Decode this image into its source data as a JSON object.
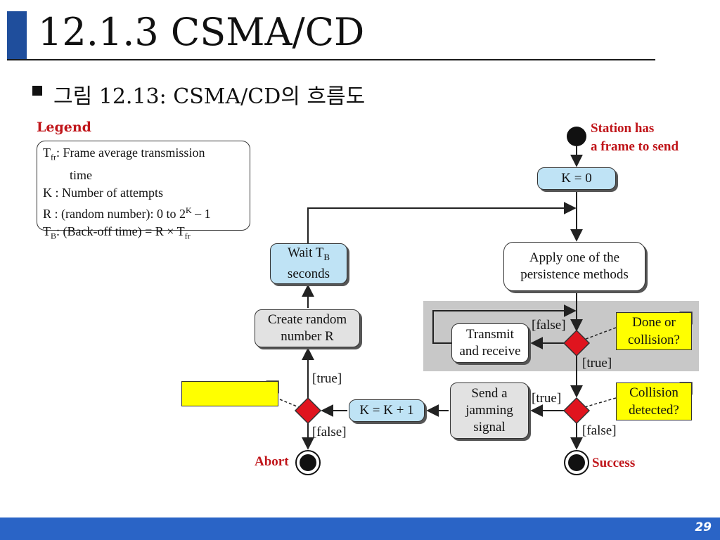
{
  "slide": {
    "title": "12.1.3 CSMA/CD",
    "subtitle": "그림 12.13: CSMA/CD의 흐름도",
    "page_number": "29"
  },
  "legend": {
    "title": "Legend",
    "line1_sym": "T",
    "line1_sub": "fr",
    "line1_text": ": Frame average transmission",
    "line1b_text": "time",
    "line2_text": "K  : Number of attempts",
    "line3_text": "R  : (random number): 0 to 2",
    "line3_sup": "K",
    "line3_tail": " – 1",
    "line4_sym": "T",
    "line4_sub": "B",
    "line4_text": ": (Back-off time) = R × T",
    "line4_sub2": "fr"
  },
  "flow": {
    "start_label_1": "Station has",
    "start_label_2": "a frame to send",
    "k_zero": "K = 0",
    "apply_1": "Apply one of the",
    "apply_2": "persistence methods",
    "transmit_1": "Transmit",
    "transmit_2": "and receive",
    "done_1": "Done or",
    "done_2": "collision?",
    "collision_1": "Collision",
    "collision_2": "detected?",
    "jam_1": "Send a",
    "jam_2": "jamming",
    "jam_3": "signal",
    "k_inc": "K = K + 1",
    "random_1": "Create random",
    "random_2": "number R",
    "wait_1": "Wait T",
    "wait_sub": "B",
    "wait_2": "seconds",
    "false_top": "[false]",
    "true_top": "[true]",
    "true_mid": "[true]",
    "false_mid": "[false]",
    "true_left": "[true]",
    "false_left": "[false]",
    "abort": "Abort",
    "success": "Success"
  },
  "colors": {
    "accent_blue": "#1f4e9c",
    "node_blue": "#bfe3f5",
    "decision_red": "#e0141e",
    "note_yellow": "#ffff00",
    "label_red": "#c0151a",
    "shaded_region": "#c8c8c8"
  }
}
